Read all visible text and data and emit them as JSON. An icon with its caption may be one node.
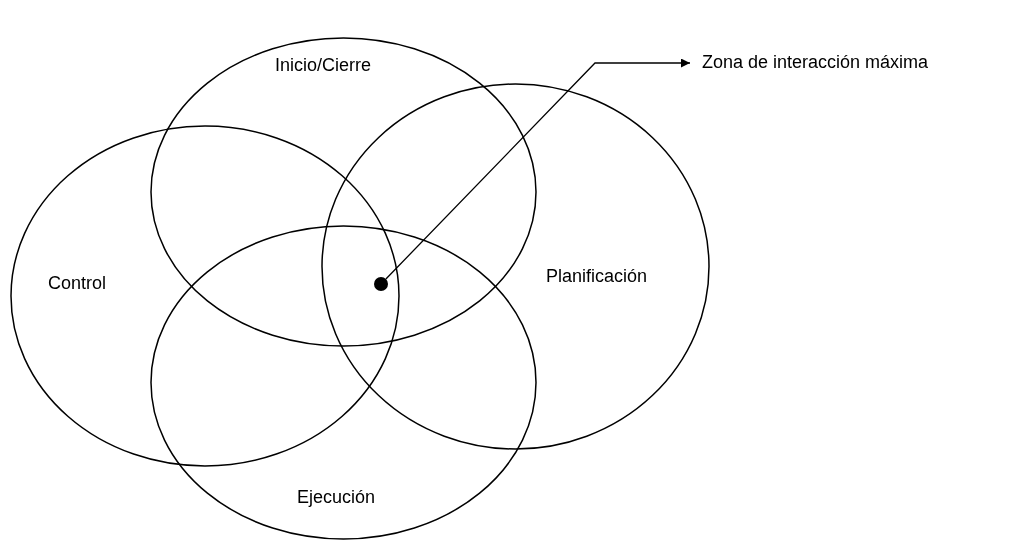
{
  "diagram": {
    "nodes": [
      {
        "text": [
          "Inicio/Cierre"
        ]
      },
      {
        "text": [
          "Control"
        ]
      },
      {
        "text": [
          "Planificación"
        ]
      },
      {
        "text": [
          "Ejecución"
        ]
      },
      {
        "text": [],
        "shape": "circle"
      },
      {
        "text": [
          "Zona de interacción máxima"
        ]
      }
    ],
    "edges": [
      {
        "from": 4,
        "to": 5,
        "arrow": "to"
      }
    ]
  }
}
